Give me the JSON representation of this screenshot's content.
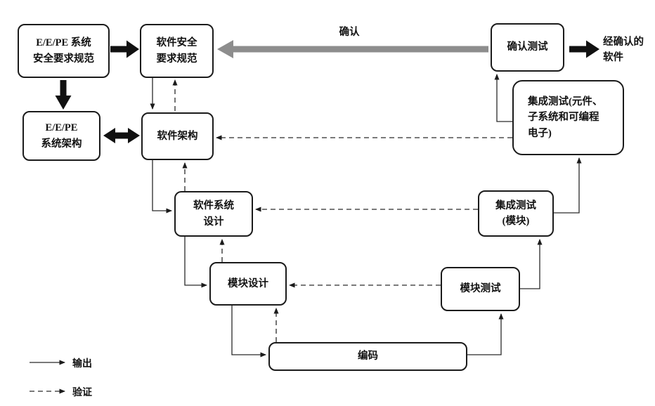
{
  "diagram": {
    "validation_arrow_label": "确认",
    "validated_software_label": "经确认的\n软件",
    "nodes": {
      "eepe_safety_req": "E/E/PE 系统\n安全要求规范",
      "eepe_arch": "E/E/PE\n系统架构",
      "sw_safety_req": "软件安全\n要求规范",
      "sw_arch": "软件架构",
      "sw_sys_design": "软件系统\n设计",
      "module_design": "模块设计",
      "coding": "编码",
      "module_test": "模块测试",
      "integration_test_module": "集成测试\n(模块)",
      "integration_test_pe": "集成测试(元件、\n子系统和可编程\n电子)",
      "validation_test": "确认测试"
    },
    "legend": {
      "output": "输出",
      "verification": "验证"
    },
    "colors": {
      "line": "#2a2a2a",
      "thick_arrow": "#111111",
      "validation_arrow_gray": "#8d8d8d"
    }
  }
}
